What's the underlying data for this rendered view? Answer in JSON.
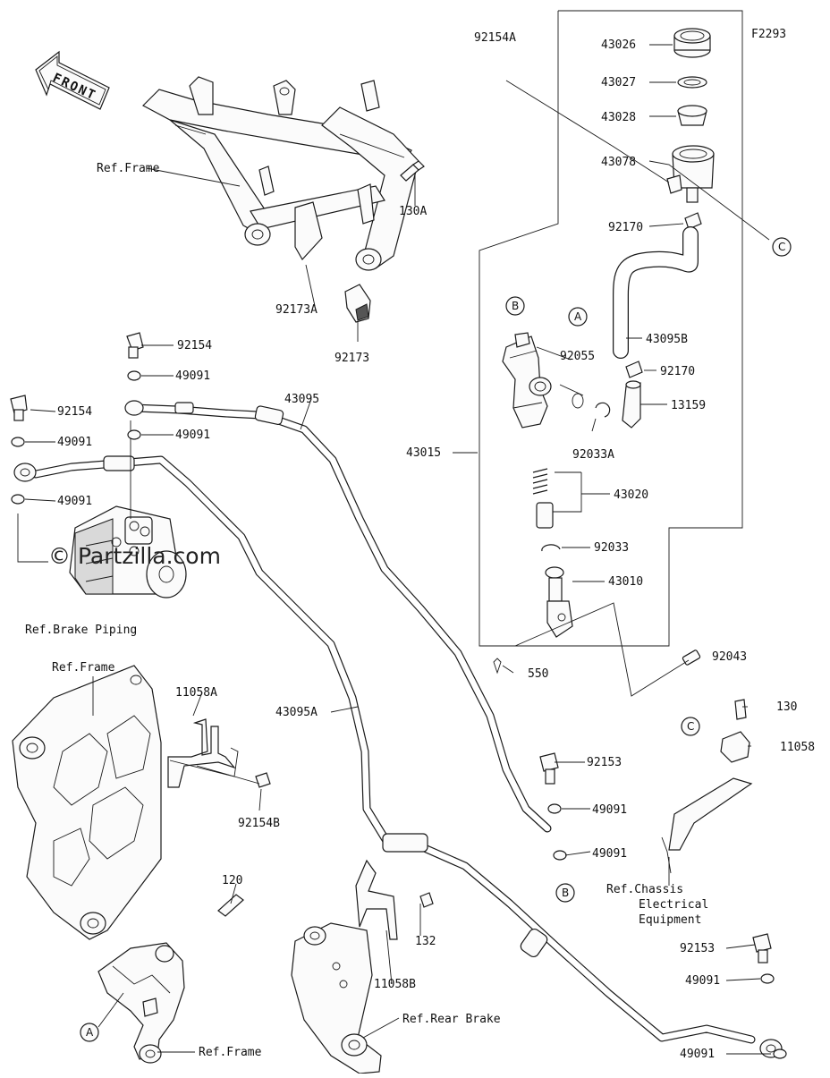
{
  "diagram": {
    "code": "F2293",
    "front_label": "FRONT",
    "watermark": "© Partzilla.com",
    "callouts": {
      "p92154A": "92154A",
      "p43026": "43026",
      "p43027": "43027",
      "p43028": "43028",
      "p43078": "43078",
      "p92170a": "92170",
      "p43095B": "43095B",
      "p92170b": "92170",
      "p13159": "13159",
      "p92055": "92055",
      "p92033A": "92033A",
      "p43015": "43015",
      "p43020": "43020",
      "p92033": "92033",
      "p43010": "43010",
      "p92043": "92043",
      "p550": "550",
      "p130": "130",
      "p11058": "11058",
      "p130A": "130A",
      "p92173A": "92173A",
      "p92173": "92173",
      "p92154a": "92154",
      "p49091a": "49091",
      "p92154b": "92154",
      "p49091b": "49091",
      "p49091c": "49091",
      "p49091d": "49091",
      "p43095": "43095",
      "p43095A": "43095A",
      "p11058A": "11058A",
      "p92154B": "92154B",
      "p92153a": "92153",
      "p49091e": "49091",
      "p49091f": "49091",
      "p120": "120",
      "p132": "132",
      "p11058B": "11058B",
      "p92153b": "92153",
      "p49091g": "49091",
      "p49091h": "49091"
    },
    "refs": {
      "frame_top": "Ref.Frame",
      "brake_piping": "Ref.Brake Piping",
      "frame_mid": "Ref.Frame",
      "frame_bottom": "Ref.Frame",
      "rear_brake": "Ref.Rear Brake",
      "chassis_1": "Ref.Chassis",
      "chassis_2": "Electrical",
      "chassis_3": "Equipment"
    },
    "markers": {
      "A": "A",
      "B": "B",
      "C": "C"
    }
  }
}
